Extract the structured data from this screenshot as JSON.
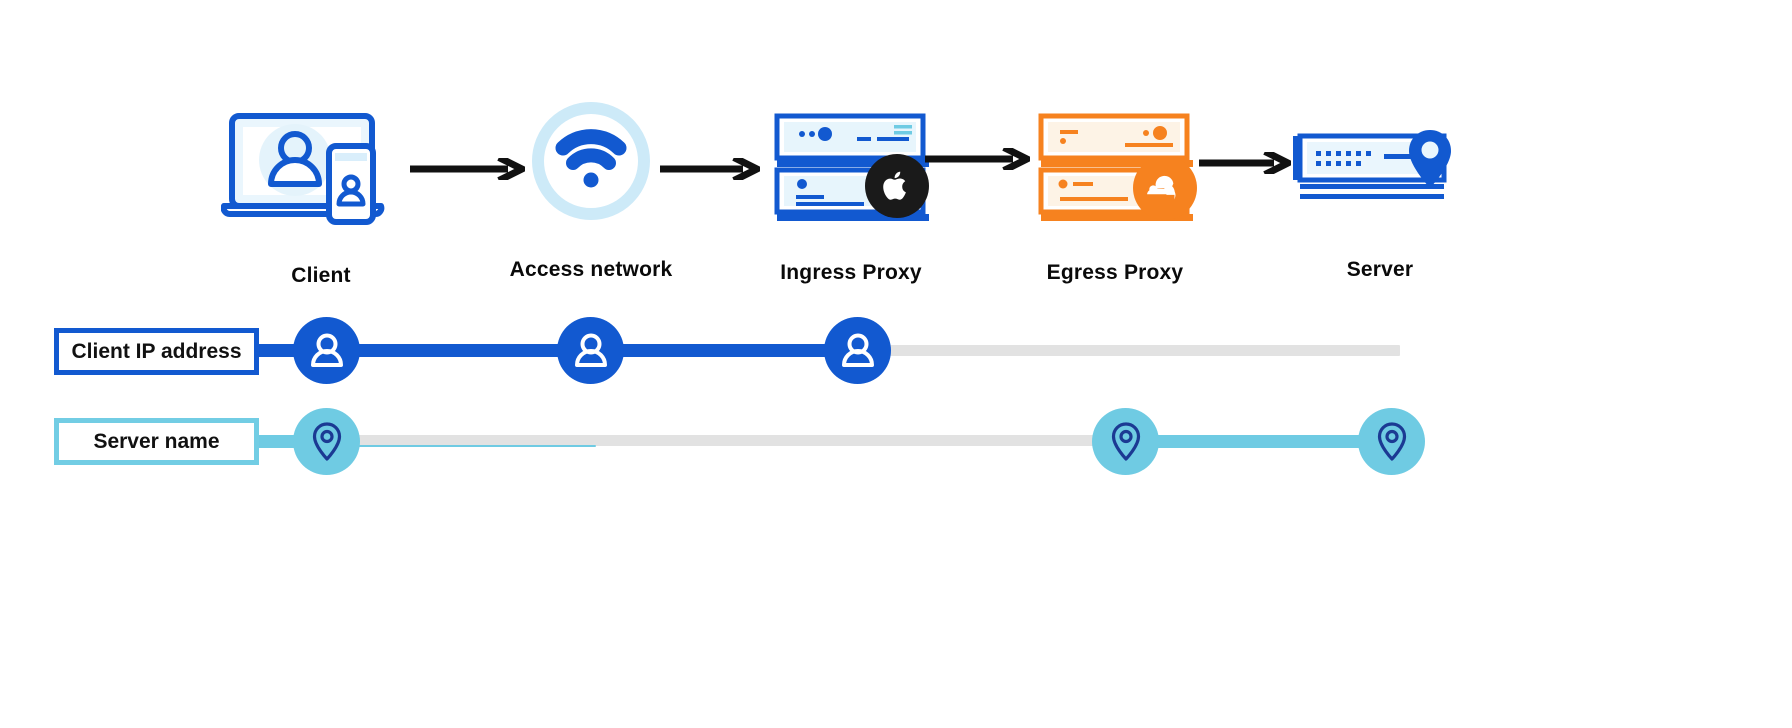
{
  "diagram": {
    "title_visible": false,
    "background": "#ffffff",
    "colors": {
      "blue": "#1259d0",
      "blue_bright": "#0d5cd8",
      "light_blue_fill": "#d9eefb",
      "light_cyan": "#6fcbe3",
      "cyan_border": "#72cde4",
      "orange": "#f6821f",
      "orange_fill": "#fdf2e3",
      "gray_line": "#e2e2e2",
      "apple_black": "#1a1a1a",
      "pin_navy": "#1b3a93",
      "text": "#0a0a0a"
    },
    "flow": {
      "nodes": [
        {
          "id": "client",
          "label": "Client",
          "icon": "laptop-phone-user-icon",
          "badge": null
        },
        {
          "id": "access-network",
          "label": "Access network",
          "icon": "wifi-circle-icon",
          "badge": null
        },
        {
          "id": "ingress-proxy",
          "label": "Ingress Proxy",
          "icon": "server-stack-blue-icon",
          "badge": "apple-logo-badge"
        },
        {
          "id": "egress-proxy",
          "label": "Egress Proxy",
          "icon": "server-stack-orange-icon",
          "badge": "cloudflare-cloud-badge"
        },
        {
          "id": "server",
          "label": "Server",
          "icon": "server-rack-icon",
          "badge": "map-pin-badge"
        }
      ],
      "arrows": [
        {
          "from": "client",
          "to": "access-network"
        },
        {
          "from": "access-network",
          "to": "ingress-proxy"
        },
        {
          "from": "ingress-proxy",
          "to": "egress-proxy"
        },
        {
          "from": "egress-proxy",
          "to": "server"
        }
      ]
    },
    "tracks": [
      {
        "id": "client-ip-address",
        "label": "Client IP address",
        "label_border_color": "#1259d0",
        "marker_icon": "person-icon",
        "marker_color": "#1259d0",
        "active_line_color": "#1259d0",
        "inactive_line_color": "#e2e2e2",
        "markers_visible_at": [
          "client",
          "access-network",
          "ingress-proxy"
        ],
        "marker_count": 3
      },
      {
        "id": "server-name",
        "label": "Server name",
        "label_border_color": "#72cde4",
        "marker_icon": "map-pin-icon",
        "marker_color": "#6fcbe3",
        "active_line_color": "#6fcbe3",
        "inactive_line_color": "#e2e2e2",
        "markers_visible_at": [
          "client",
          "egress-proxy",
          "server"
        ],
        "marker_count": 3
      }
    ]
  }
}
